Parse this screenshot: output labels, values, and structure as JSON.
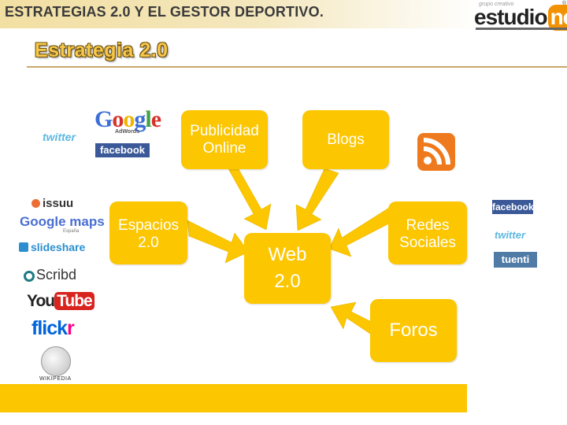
{
  "header": {
    "title": "ESTRATEGIAS 2.0 Y EL GESTOR DEPORTIVO.",
    "logo_tagline": "grupo creativo",
    "logo_main": "estudio",
    "logo_accent": "net",
    "logo_mark": "®"
  },
  "subtitle": "Estrategia 2.0",
  "diagram": {
    "center": {
      "line1": "Web",
      "line2": "2.0"
    },
    "nodes": {
      "publicidad": "Publicidad Online",
      "blogs": "Blogs",
      "espacios": "Espacios 2.0",
      "redes": "Redes Sociales",
      "foros": "Foros"
    }
  },
  "logos": {
    "google_letters": [
      "G",
      "o",
      "o",
      "g",
      "l",
      "e"
    ],
    "google_colors": [
      "#3c6fd6",
      "#d8312a",
      "#f0b400",
      "#3c6fd6",
      "#3fa245",
      "#d8312a"
    ],
    "adwords": "AdWords",
    "facebook": "facebook",
    "twitter": "twitter",
    "issuu": "issuu",
    "google_maps": "Google maps",
    "google_maps_sub": "España",
    "slideshare": "slideshare",
    "scribd": "Scribd",
    "youtube_you": "You",
    "youtube_tube": "Tube",
    "flickr_a": "flick",
    "flickr_b": "r",
    "wikipedia": "WIKIPEDIA",
    "tuenti": "tuenti",
    "rss_icon": "rss-feed-icon"
  },
  "colors": {
    "accent": "#fcc600",
    "header_bg": "#f3e3ad",
    "title_text": "#3a3a3a",
    "subtitle": "#f8c64a",
    "brand_orange": "#f39200"
  }
}
